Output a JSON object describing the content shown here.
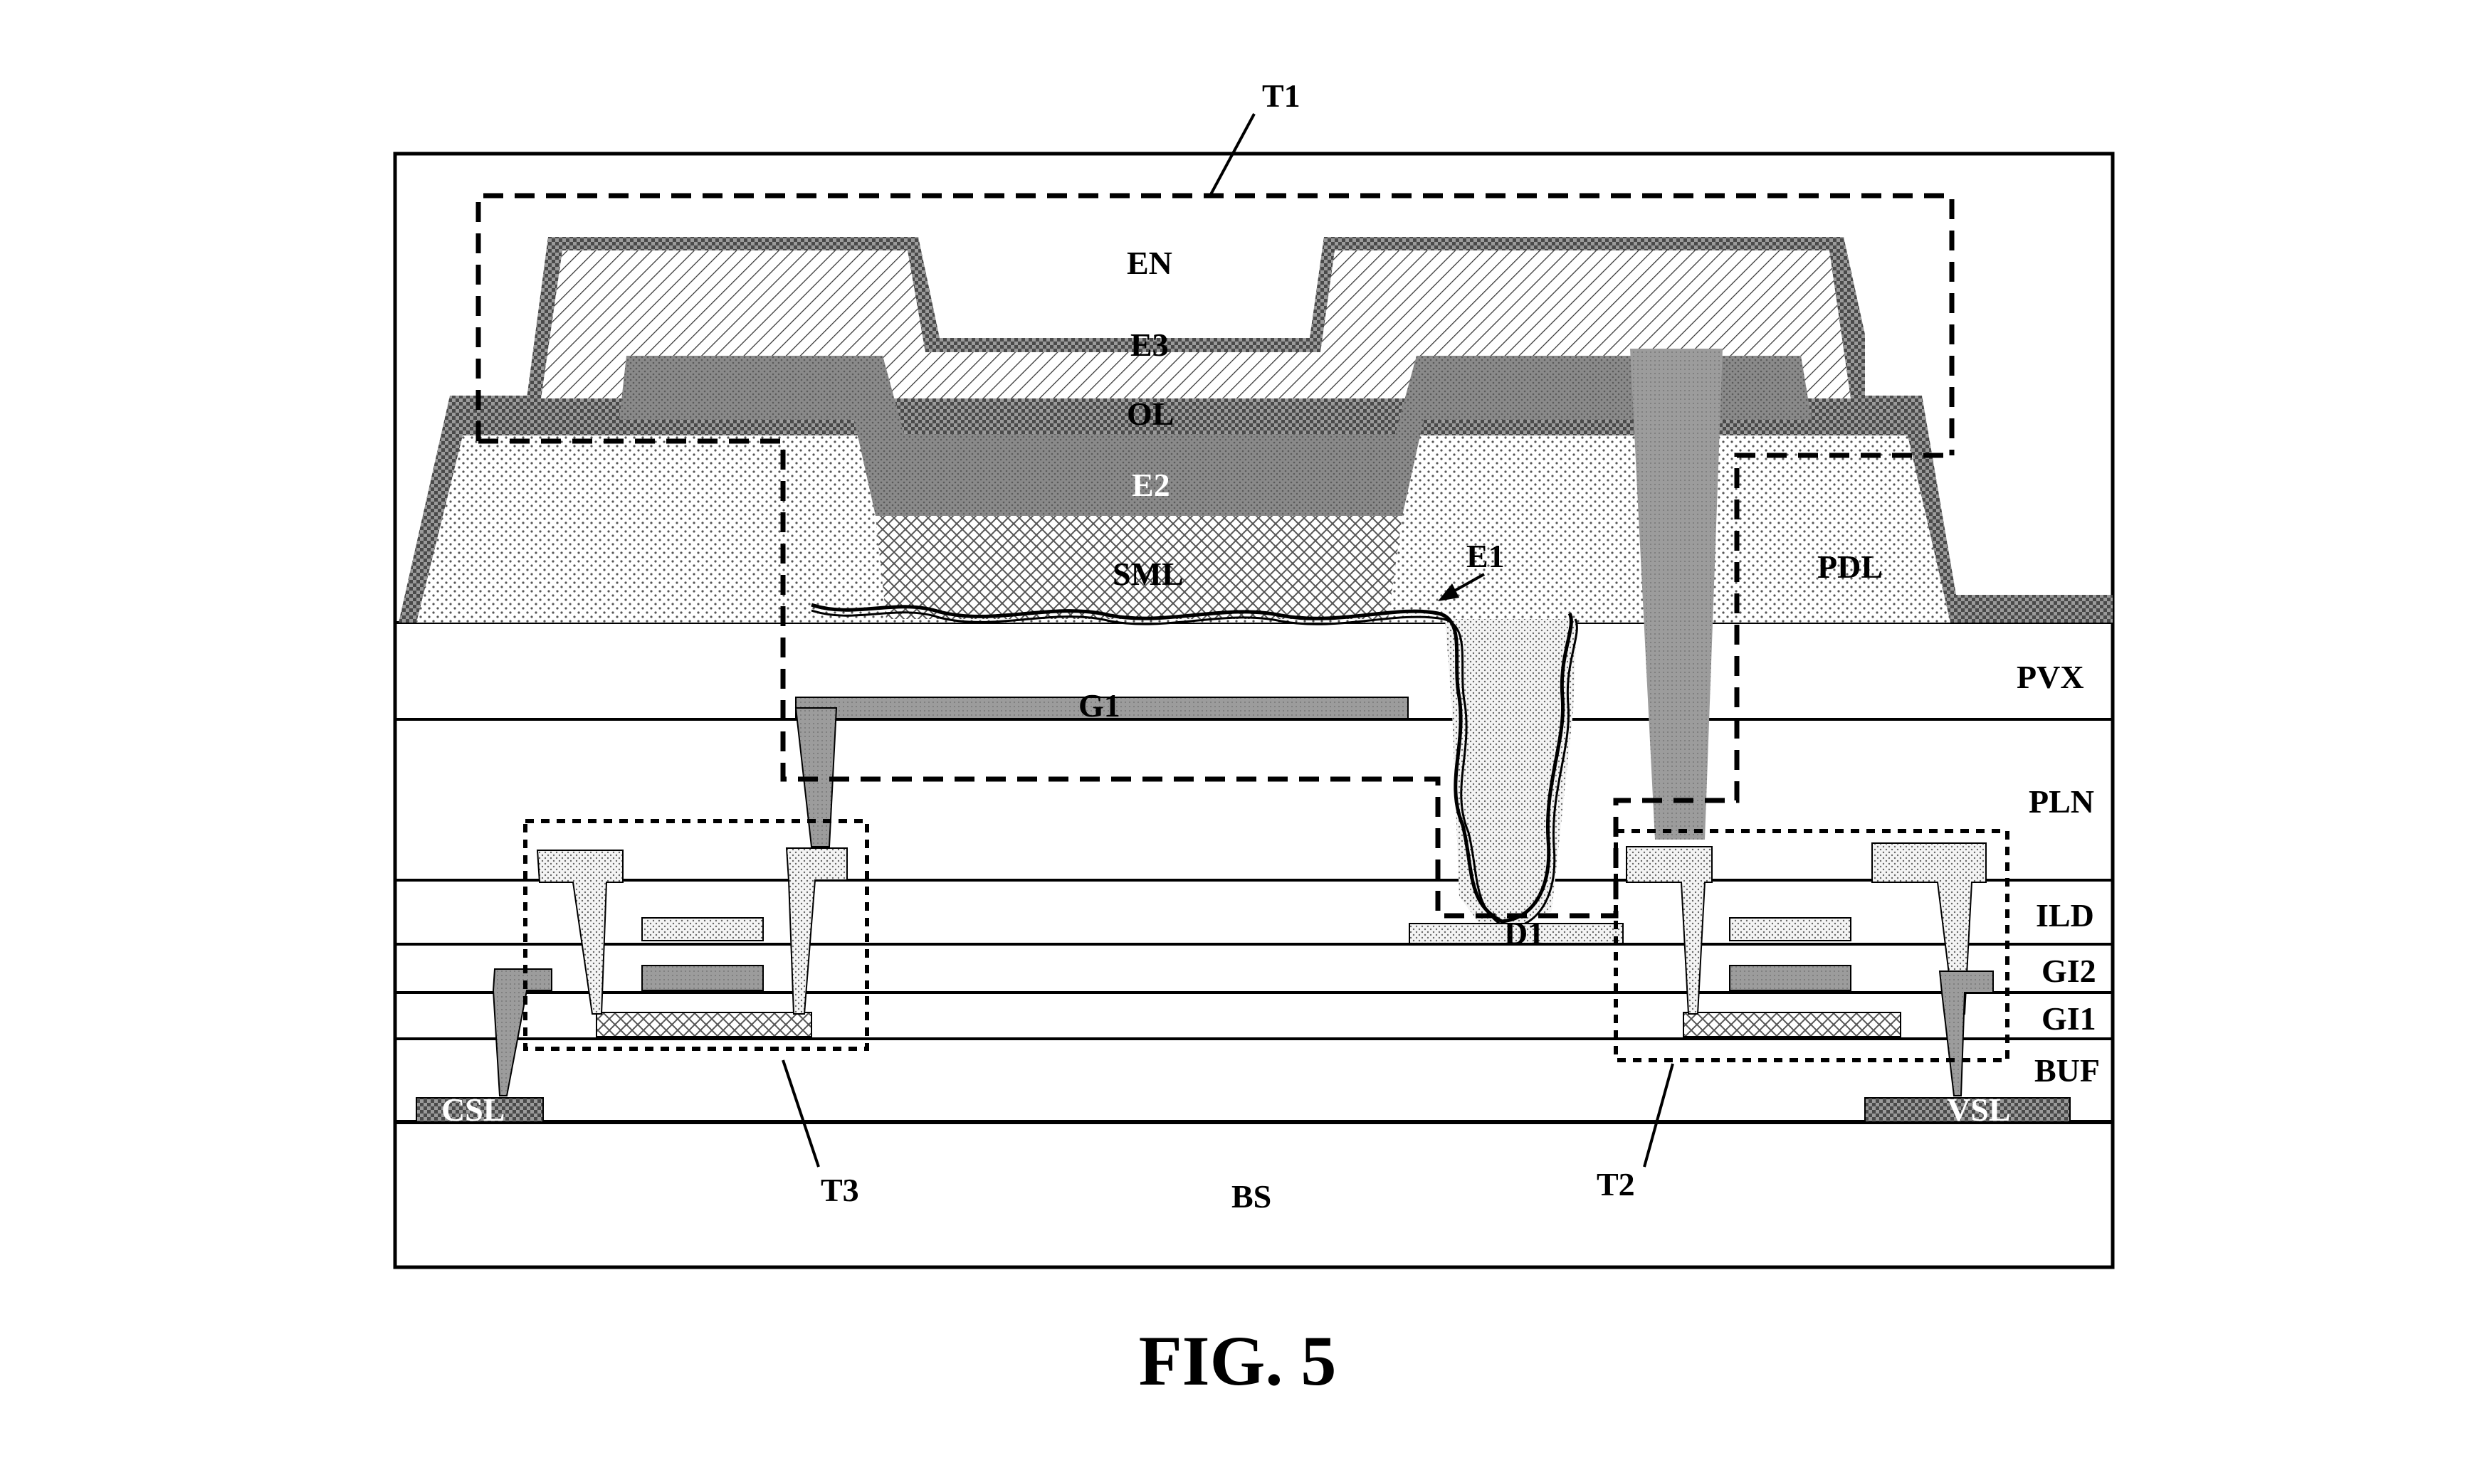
{
  "figure": {
    "caption": "FIG. 5"
  },
  "labels": {
    "T1": "T1",
    "T2": "T2",
    "T3": "T3",
    "EN": "EN",
    "E3": "E3",
    "OL": "OL",
    "E2": "E2",
    "SML": "SML",
    "E1": "E1",
    "PDL": "PDL",
    "PVX": "PVX",
    "PLN": "PLN",
    "G1": "G1",
    "ILD": "ILD",
    "GI2": "GI2",
    "GI1": "GI1",
    "BUF": "BUF",
    "D1": "D1",
    "CSL": "CSL",
    "VSL": "VSL",
    "BS": "BS"
  }
}
